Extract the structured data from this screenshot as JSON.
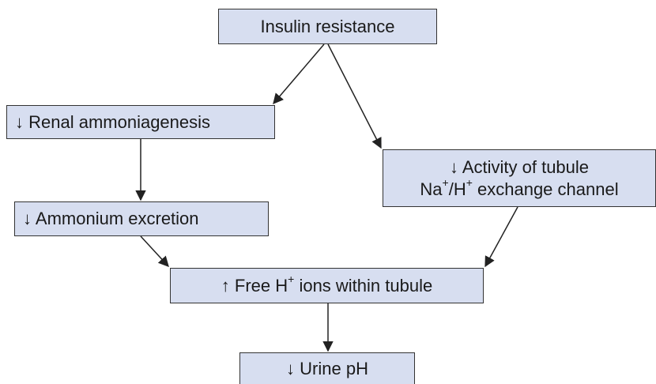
{
  "nodes": {
    "insulin_resistance": "Insulin resistance",
    "renal_ammoniagenesis": "↓ Renal ammoniagenesis",
    "tubule_activity": {
      "line1": "↓ Activity of tubule",
      "line2_na": "Na",
      "line2_sup1": "+",
      "line2_slash_h": "/H",
      "line2_sup2": "+",
      "line2_rest": " exchange channel"
    },
    "ammonium_excretion": "↓ Ammonium excretion",
    "free_h_ions": {
      "prefix": "↑ Free H",
      "sup": "+",
      "suffix": " ions within tubule"
    },
    "urine_ph": "↓ Urine pH"
  },
  "colors": {
    "box_fill": "#d7def0",
    "box_border": "#333333",
    "arrow": "#222222"
  }
}
